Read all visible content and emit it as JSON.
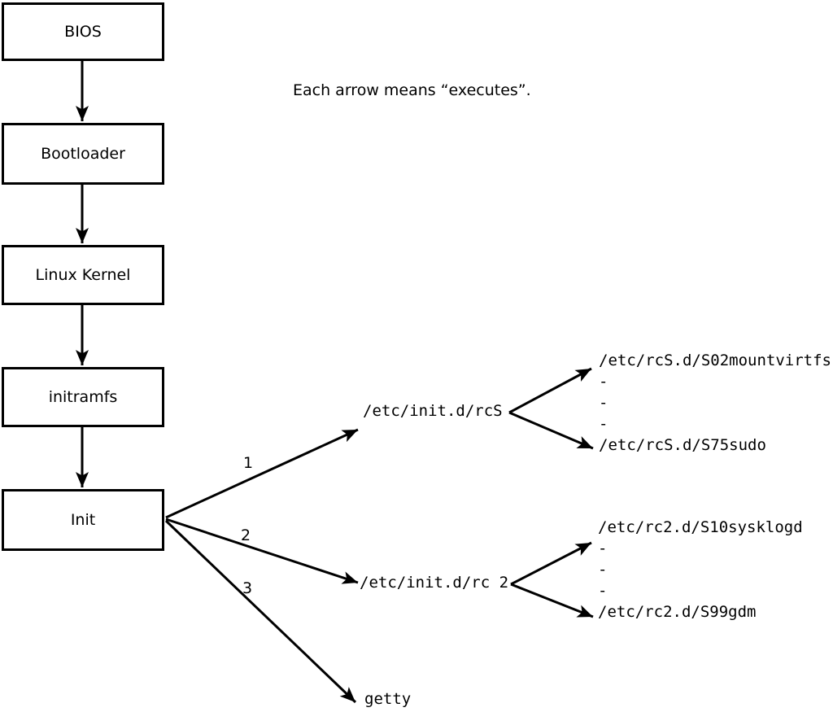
{
  "diagram": {
    "background": "#ffffff",
    "line_color": "#000000",
    "note": "Each arrow means “executes”.",
    "flow_boxes": [
      {
        "label": "BIOS"
      },
      {
        "label": "Bootloader"
      },
      {
        "label": "Linux Kernel"
      },
      {
        "label": "initramfs"
      },
      {
        "label": "Init"
      }
    ],
    "branches": [
      {
        "number": "1",
        "target": "/etc/init.d/rcS",
        "children": [
          "/etc/rcS.d/S02mountvirtfs",
          "-",
          "-",
          "-",
          "/etc/rcS.d/S75sudo"
        ]
      },
      {
        "number": "2",
        "target": "/etc/init.d/rc 2",
        "children": [
          "/etc/rc2.d/S10sysklogd",
          "-",
          "-",
          "-",
          "/etc/rc2.d/S99gdm"
        ]
      },
      {
        "number": "3",
        "target": "getty",
        "children": []
      }
    ]
  }
}
